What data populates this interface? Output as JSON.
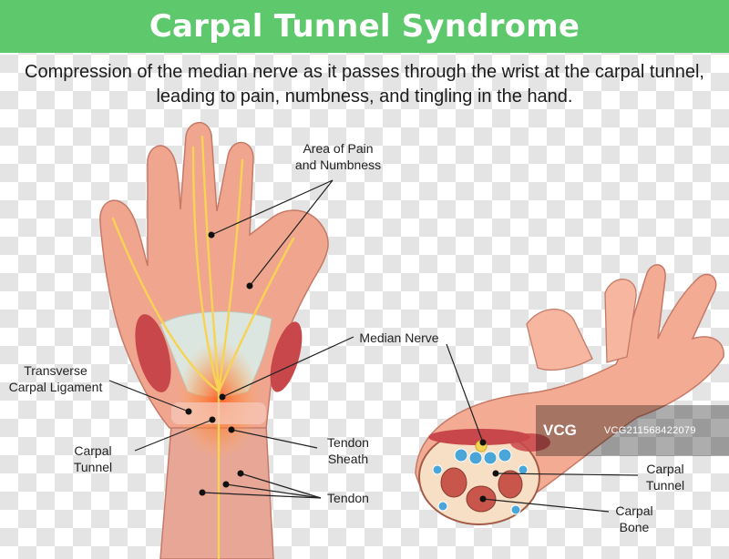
{
  "header": {
    "title": "Carpal Tunnel Syndrome",
    "description": "Compression of the median nerve as it passes through the wrist at the carpal tunnel, leading to pain, numbness, and tingling in the hand."
  },
  "labels": {
    "area_of_pain": "Area of Pain\nand Numbness",
    "median_nerve": "Median Nerve",
    "transverse_ligament": "Transverse\nCarpal Ligament",
    "carpal_tunnel_left": "Carpal\nTunnel",
    "tendon_sheath": "Tendon\nSheath",
    "tendon": "Tendon",
    "carpal_tunnel_right": "Carpal\nTunnel",
    "carpal_bone": "Carpal\nBone"
  },
  "watermark": {
    "logo": "VCG",
    "id": "VCG211568422079"
  },
  "colors": {
    "title_bg": "#5dc86c",
    "skin": "#f0a58e",
    "nerve": "#f7d354"
  }
}
